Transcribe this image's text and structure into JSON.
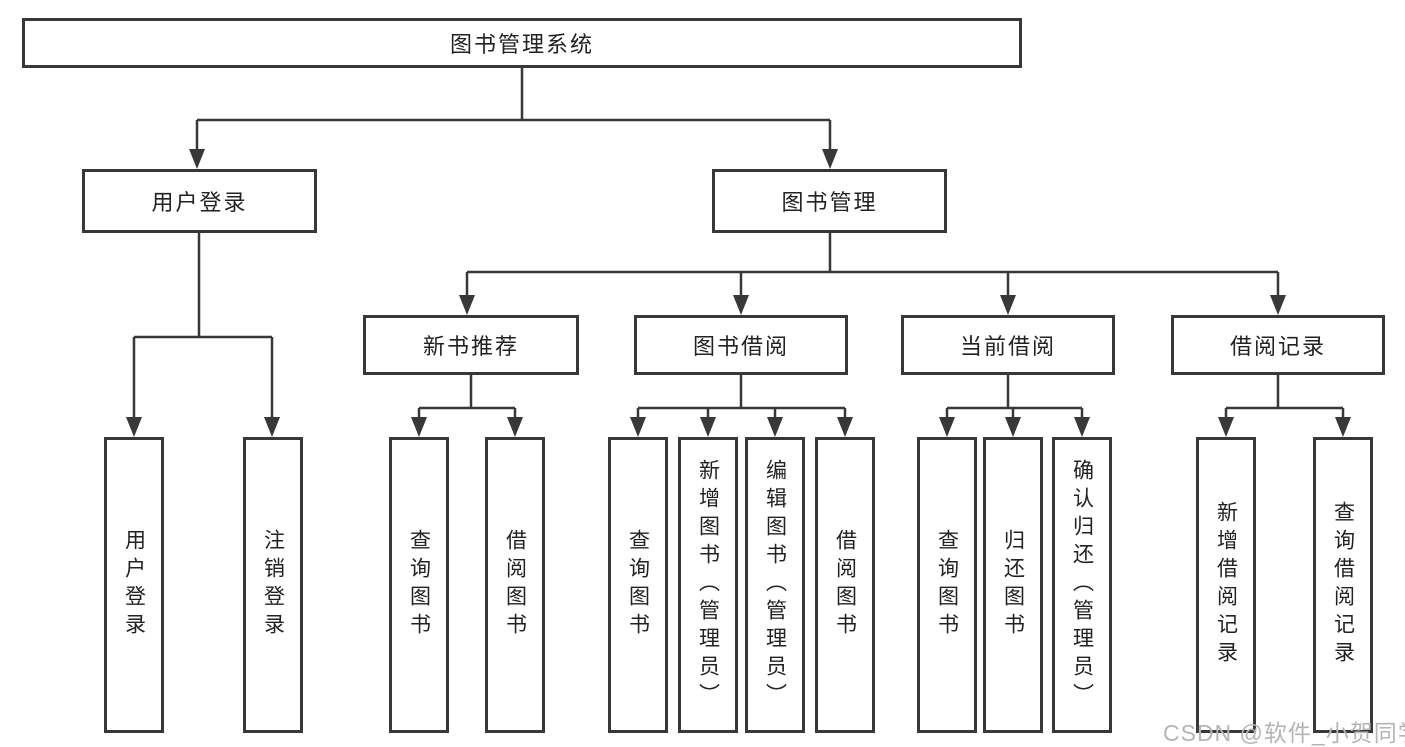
{
  "tree": {
    "root": "图书管理系统",
    "level2": [
      {
        "label": "用户登录",
        "leaves": [
          "用户登录",
          "注销登录"
        ]
      },
      {
        "label": "图书管理",
        "modules": [
          {
            "label": "新书推荐",
            "leaves": [
              "查询图书",
              "借阅图书"
            ]
          },
          {
            "label": "图书借阅",
            "leaves": [
              "查询图书",
              "新增图书（管理员）",
              "编辑图书（管理员）",
              "借阅图书"
            ]
          },
          {
            "label": "当前借阅",
            "leaves": [
              "查询图书",
              "归还图书",
              "确认归还（管理员）"
            ]
          },
          {
            "label": "借阅记录",
            "leaves": [
              "新增借阅记录",
              "查询借阅记录"
            ]
          }
        ]
      }
    ]
  },
  "watermark": "CSDN @软件_小贺同学",
  "colors": {
    "line": "#383838",
    "box_border": "#383838",
    "box_bg": "#ffffff",
    "text": "#222222",
    "watermark": "#b5b5b5"
  }
}
